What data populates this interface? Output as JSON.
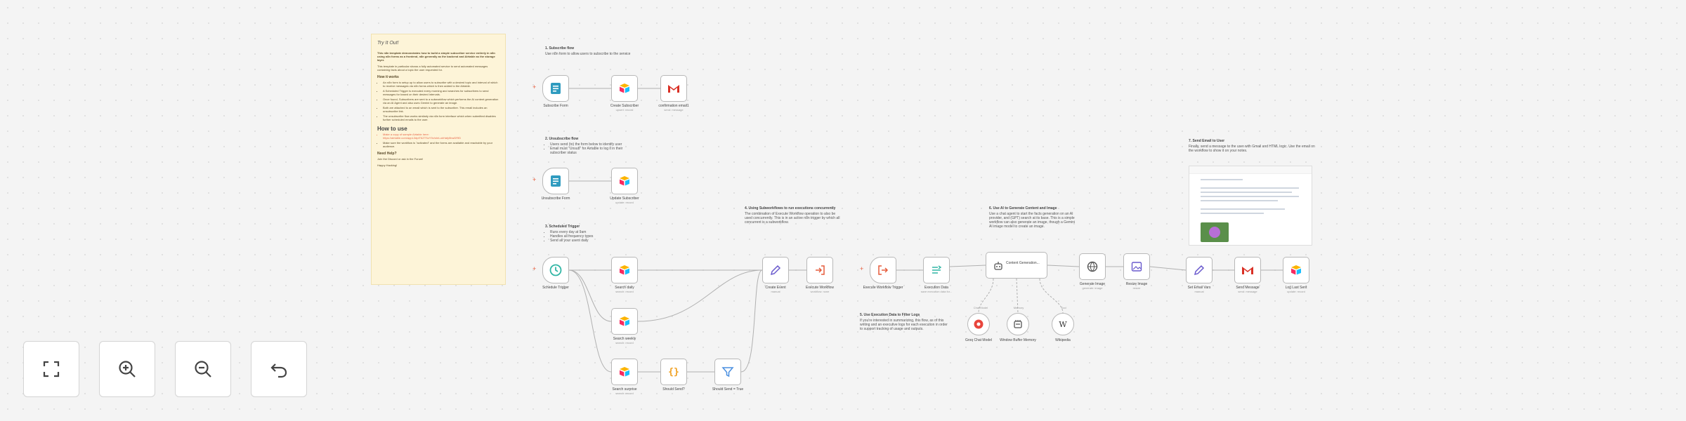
{
  "sticky": {
    "title": "Try It Out!",
    "intro": "This n8n template demonstrates how to build a simple subscriber service entirely in n8n using n8n forms as a frontend, n8n generally as the backend and Airtable as the storage layer.",
    "intro2": "This template in particular shows a fully automated service to send automated messages containing facts about a topic the user requested for.",
    "how_heading": "How it works",
    "how_items": [
      "An n8n form is setup up to allow users to subscribe with a desired topic and interval of which to receive messages via n8n forms which is then added to the Airtable.",
      "A Scheduled Trigger is executed every morning and searches for subscribers to send messages for based on their desired intervals.",
      "Once found, Subscribers are sent to a subworkflow which performs the AI content generation via an AI Agent and also uses Gemini to generate an image.",
      "Both are attached to an email which is sent to the subscriber. This email includes an unsubscribe link.",
      "The unsubscribe flow works similarly via n8n form interface which when submitted disables further scheduled emails to the user."
    ],
    "use_heading": "How to use",
    "use_items": [
      "Make a copy of sample Airtable here: https://airtable.com/appL3dptT6ZTSzY9v/shrLukHafy5bwDRfD",
      "Make sure the workflow is \"activated\" and the forms are available and reachable by your audience."
    ],
    "help_heading": "Need Help?",
    "help_text": "Join the Discord or ask in the Forum!",
    "sign": "Happy Hacking!"
  },
  "notes": {
    "n1": {
      "title": "1. Subscribe flow",
      "text": "Use n8n form to allow users to subscribe to the service"
    },
    "n2": {
      "title": "2. Unsubscribe flow",
      "items": [
        "Users send (to) the form below to identify user",
        "Email must \"Unsub\" for Airtable to log it in their subscriber status"
      ]
    },
    "n3": {
      "title": "3. Scheduled Trigger",
      "items": [
        "Runs every day at 9am",
        "Handles all frequency types",
        "Send all your users daily"
      ]
    },
    "n4": {
      "title": "4. Using Subworkflows to run executions concurrently",
      "text": "The combination of Execute Workflow operation to also be used concurrently. This is in an active n8n trigger by which all concurrent is a subworkflow."
    },
    "n5": {
      "title": "5. Use Execution Data to Filter Logs",
      "text": "If you're interested in summarizing, this flow, as of this writing and an executive logs for each execution in order to support tracking of usage and outputs."
    },
    "n6": {
      "title": "6. Use AI to Generate Content and Image",
      "text": "Use a chat agent to start the facts generation on an AI provider, and (GPT) search at its base. This is a simple workflow can also generate an image, though a Gemini AI image model to create an image."
    },
    "n7": {
      "title": "7. Send Email to User",
      "text": "Finally, send a message to the user with Gmail and HTML logic. Use the email on the workflow to show it on your notes."
    }
  },
  "nodes": [
    {
      "id": "subscribe-form",
      "label": "Subscribe Form",
      "sub": ""
    },
    {
      "id": "create-subscriber",
      "label": "Create Subscriber",
      "sub": "upsert: record"
    },
    {
      "id": "confirmation-email",
      "label": "confirmation email1",
      "sub": "send: message"
    },
    {
      "id": "unsubscribe-form",
      "label": "Unsubscribe Form",
      "sub": ""
    },
    {
      "id": "update-subscriber",
      "label": "Update Subscriber",
      "sub": "update: record"
    },
    {
      "id": "schedule-trigger",
      "label": "Schedule Trigger",
      "sub": ""
    },
    {
      "id": "search-daily",
      "label": "Search daily",
      "sub": "search: record"
    },
    {
      "id": "search-weekly",
      "label": "Search weekly",
      "sub": "search: record"
    },
    {
      "id": "search-surprise",
      "label": "Search surprise",
      "sub": "search: record"
    },
    {
      "id": "should-send",
      "label": "Should Send?",
      "sub": ""
    },
    {
      "id": "should-send-true",
      "label": "Should Send = True",
      "sub": ""
    },
    {
      "id": "create-event",
      "label": "Create Event",
      "sub": "manual"
    },
    {
      "id": "execute-workflow",
      "label": "Execute Workflow",
      "sub": "workflow: none"
    },
    {
      "id": "execute-workflow-trigger",
      "label": "Execute Workflow Trigger",
      "sub": ""
    },
    {
      "id": "execution-data",
      "label": "Execution Data",
      "sub": "save execution data for..."
    },
    {
      "id": "content-generation",
      "label": "Content Generation...",
      "sub": ""
    },
    {
      "id": "generate-image",
      "label": "Generate Image",
      "sub": "generate: image"
    },
    {
      "id": "resize-image",
      "label": "Resize Image",
      "sub": "resize"
    },
    {
      "id": "set-email-vars",
      "label": "Set Email Vars",
      "sub": "manual"
    },
    {
      "id": "send-message",
      "label": "Send Message",
      "sub": "send: message"
    },
    {
      "id": "log-last-sent",
      "label": "Log Last Sent",
      "sub": "update: record"
    },
    {
      "id": "groq-chat-model",
      "label": "Groq Chat Model",
      "sub": ""
    },
    {
      "id": "window-buffer-memory",
      "label": "Window Buffer Memory",
      "sub": ""
    },
    {
      "id": "wikipedia",
      "label": "Wikipedia",
      "sub": ""
    }
  ],
  "sub_labels": {
    "chat_model": "Chat Model",
    "memory": "Memory",
    "tool": "Tool"
  },
  "controls": [
    "Zoom to fit",
    "Zoom in",
    "Zoom out",
    "Reset zoom"
  ],
  "icons": [
    "fullscreen-icon",
    "zoom-in-icon",
    "zoom-out-icon",
    "undo-icon"
  ],
  "colors": {
    "accent": "#e65c3c",
    "sticky": "#fdf4d8",
    "canvas": "#f4f4f4"
  }
}
